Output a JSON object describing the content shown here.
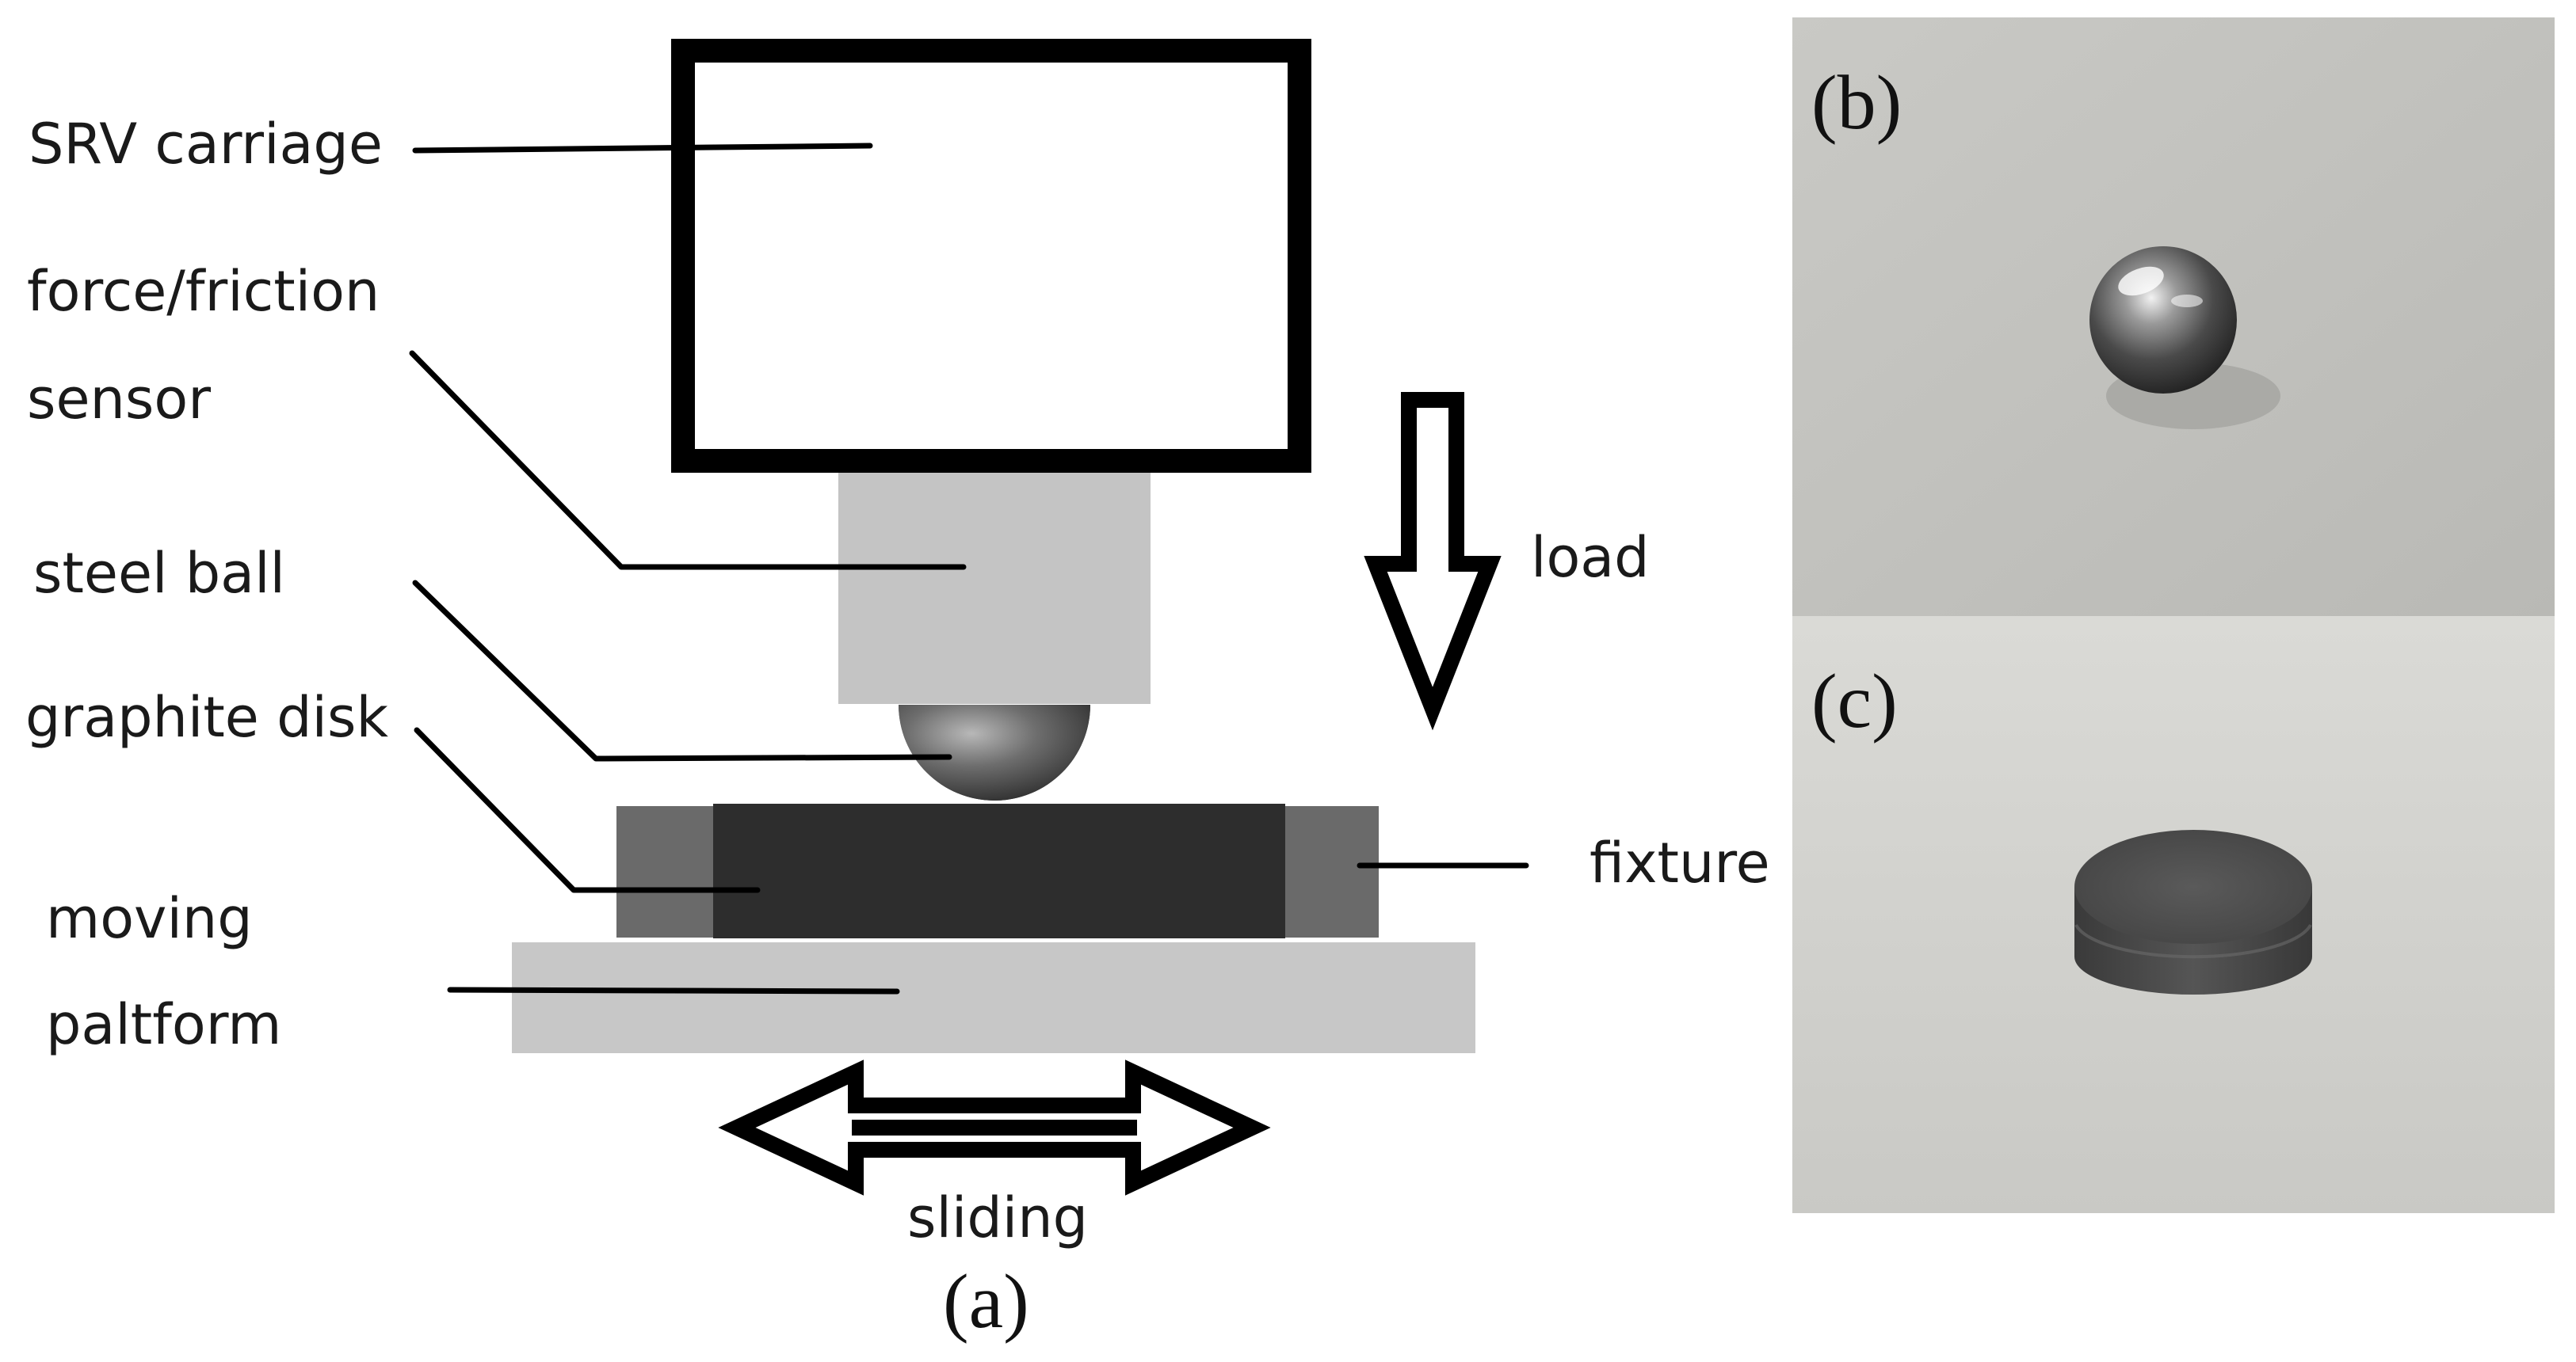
{
  "labels": {
    "srv_carriage": "SRV carriage",
    "force_friction_line1": "force/friction",
    "force_friction_line2": "sensor",
    "steel_ball": "steel ball",
    "graphite_disk": "graphite disk",
    "moving_line1": "moving",
    "moving_line2": "paltform",
    "load": "load",
    "fixture": "fixture",
    "sliding": "sliding"
  },
  "panels": {
    "a": "(a)",
    "b": "(b)",
    "c": "(c)"
  },
  "colors": {
    "carriage_outline": "#000000",
    "sensor": "#c4c4c4",
    "ball": "#5f5f5f",
    "fixture": "#6a6a6a",
    "disk": "#2d2d2d",
    "platform": "#c7c7c7",
    "photo_bg_b": "#c2c2be",
    "photo_bg_c": "#d1d1cd"
  },
  "icons": {
    "load_arrow": "down-arrow-outline",
    "sliding_arrow": "double-horizontal-arrow-outline",
    "photo_b": "steel-ball-photo",
    "photo_c": "graphite-disk-photo"
  }
}
